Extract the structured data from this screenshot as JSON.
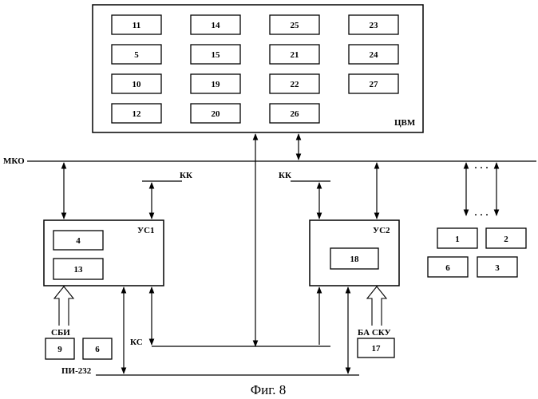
{
  "cvm": {
    "label": "ЦВМ",
    "blocks": [
      "11",
      "14",
      "25",
      "23",
      "5",
      "15",
      "21",
      "24",
      "10",
      "19",
      "22",
      "27",
      "12",
      "20",
      "26"
    ]
  },
  "bus_mko": "МКО",
  "us1": {
    "label": "УС1",
    "blocks": [
      "4",
      "13"
    ]
  },
  "us2": {
    "label": "УС2",
    "blocks": [
      "18"
    ]
  },
  "kk_left": "КК",
  "kk_right": "КК",
  "ks": "КС",
  "sbi": "СБИ",
  "pi232": "ПИ-232",
  "ba_sku": "БА СКУ",
  "left_small_blocks": [
    "9",
    "6"
  ],
  "ba_block": "17",
  "right_blocks": [
    "1",
    "2",
    "6",
    "3"
  ],
  "ellipsis_top": "· · ·",
  "ellipsis_bottom": "· · ·",
  "caption": "Фиг. 8"
}
